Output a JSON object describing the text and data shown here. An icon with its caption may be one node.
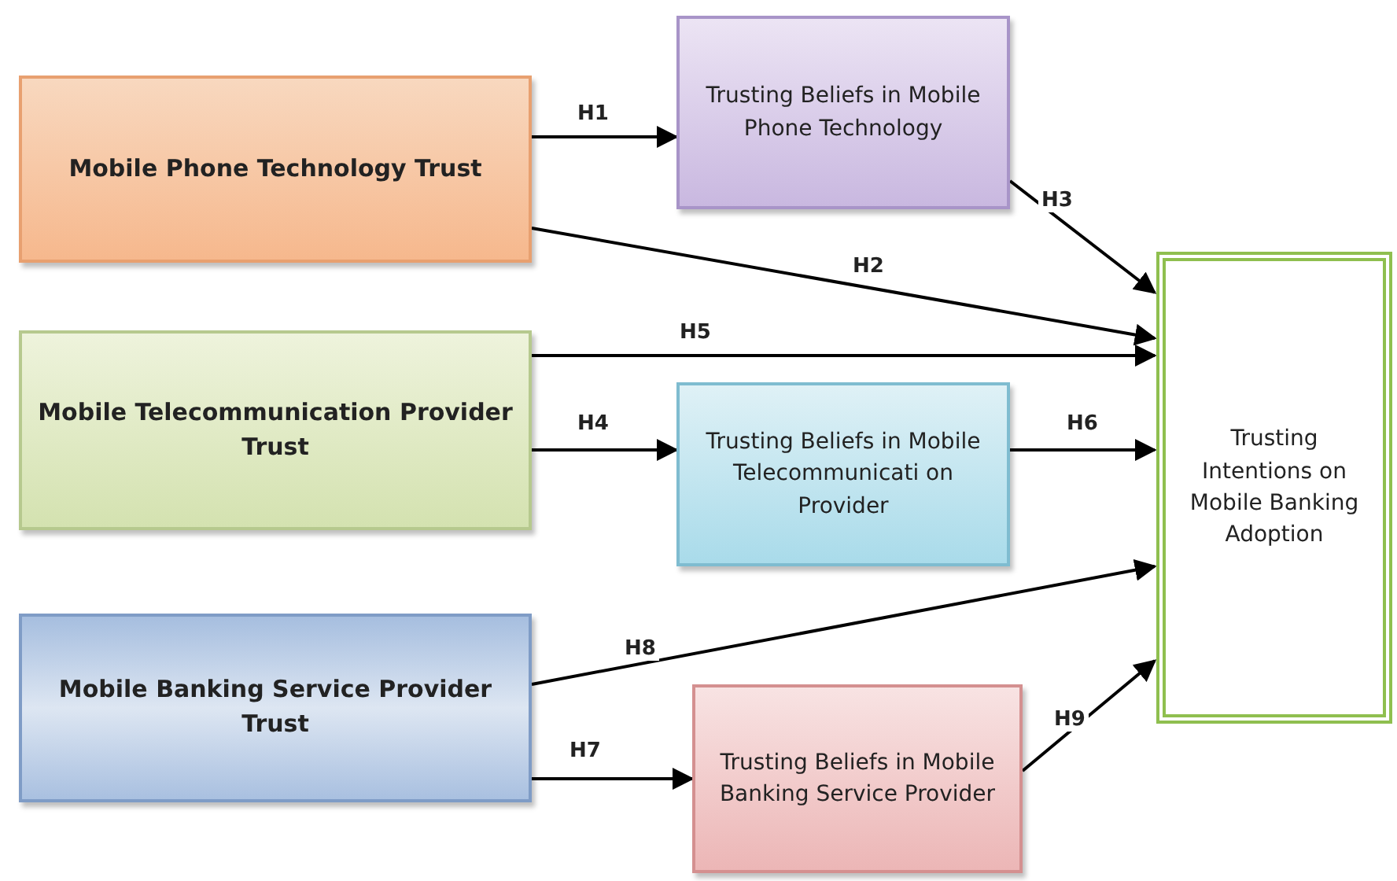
{
  "diagram": {
    "nodes": [
      {
        "text": [
          "Mobile Phone Technology Trust"
        ]
      },
      {
        "text": [
          "Trusting Beliefs in Mobile Phone Technology"
        ]
      },
      {
        "text": [
          "Mobile Telecommunication Provider Trust"
        ]
      },
      {
        "text": [
          "Trusting Beliefs in Mobile Telecommunicati on Provider"
        ]
      },
      {
        "text": [
          "Mobile Banking Service Provider Trust"
        ]
      },
      {
        "text": [
          "Trusting Beliefs in Mobile Banking Service Provider"
        ]
      },
      {
        "text": [
          "Trusting Intentions on Mobile Banking Adoption"
        ]
      }
    ],
    "edges": [
      {
        "from": 0,
        "to": 1,
        "arrow": "to",
        "label": "H1"
      },
      {
        "from": 1,
        "to": 6,
        "arrow": "to",
        "label": "H3"
      },
      {
        "from": 0,
        "to": 6,
        "arrow": "to",
        "label": "H2"
      },
      {
        "from": 2,
        "to": 6,
        "arrow": "to",
        "label": "H5"
      },
      {
        "from": 2,
        "to": 3,
        "arrow": "to",
        "label": "H4"
      },
      {
        "from": 3,
        "to": 6,
        "arrow": "to",
        "label": "H6"
      },
      {
        "from": 4,
        "to": 6,
        "arrow": "to",
        "label": "H8"
      },
      {
        "from": 4,
        "to": 5,
        "arrow": "to",
        "label": "H7"
      },
      {
        "from": 5,
        "to": 6,
        "arrow": "to",
        "label": "H9"
      }
    ]
  }
}
